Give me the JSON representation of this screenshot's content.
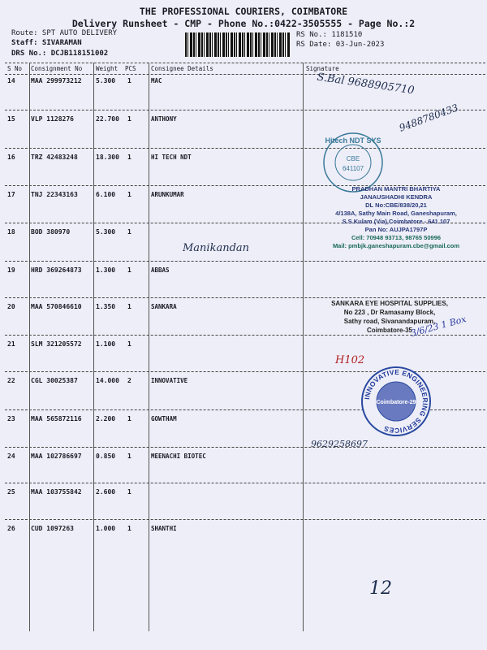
{
  "header": {
    "company": "THE PROFESSIONAL COURIERS, COIMBATORE",
    "subtitle": "Delivery Runsheet - CMP - Phone No.:0422-3505555 - Page No.:2",
    "route": "Route: SPT AUTO DELIVERY",
    "staff": "Staff: SIVARAMAN",
    "drs_no": "DRS No.: DCJB118151002",
    "rs_no": "RS No.: 1181510",
    "rs_date": "RS Date: 03-Jun-2023"
  },
  "columns": [
    "S No",
    "Consignment No",
    "Weight",
    "PCS",
    "Consignee Details",
    "Signature"
  ],
  "rows": [
    {
      "sno": "14",
      "consignment": "MAA 299973212",
      "weight": "5.300",
      "pcs": "1",
      "consignee": "MAC"
    },
    {
      "sno": "15",
      "consignment": "VLP 1128276",
      "weight": "22.700",
      "pcs": "1",
      "consignee": "ANTHONY"
    },
    {
      "sno": "16",
      "consignment": "TRZ 42483248",
      "weight": "18.300",
      "pcs": "1",
      "consignee": "HI TECH NDT"
    },
    {
      "sno": "17",
      "consignment": "TNJ 22343163",
      "weight": "6.100",
      "pcs": "1",
      "consignee": "ARUNKUMAR"
    },
    {
      "sno": "18",
      "consignment": "BOD 380970",
      "weight": "5.300",
      "pcs": "1",
      "consignee": ""
    },
    {
      "sno": "19",
      "consignment": "HRD 369264873",
      "weight": "1.300",
      "pcs": "1",
      "consignee": "ABBAS"
    },
    {
      "sno": "20",
      "consignment": "MAA 570846610",
      "weight": "1.350",
      "pcs": "1",
      "consignee": "SANKARA"
    },
    {
      "sno": "21",
      "consignment": "SLM 321205572",
      "weight": "1.100",
      "pcs": "1",
      "consignee": ""
    },
    {
      "sno": "22",
      "consignment": "CGL 30025387",
      "weight": "14.000",
      "pcs": "2",
      "consignee": "INNOVATIVE"
    },
    {
      "sno": "23",
      "consignment": "MAA 565872116",
      "weight": "2.200",
      "pcs": "1",
      "consignee": "GOWTHAM"
    },
    {
      "sno": "24",
      "consignment": "MAA 102786697",
      "weight": "0.850",
      "pcs": "1",
      "consignee": "MEENACHI BIOTEC"
    },
    {
      "sno": "25",
      "consignment": "MAA 103755842",
      "weight": "2.600",
      "pcs": "1",
      "consignee": ""
    },
    {
      "sno": "26",
      "consignment": "CUD 1097263",
      "weight": "1.000",
      "pcs": "1",
      "consignee": "SHANTHI"
    }
  ],
  "stamps": {
    "hitech": {
      "line1": "Hitech NDT SYS",
      "line2": "CBE",
      "line3": "641107"
    },
    "janaushadhi": [
      "PRADHAN MANTRI BHARTIYA",
      "JANAUSHADHI KENDRA",
      "DL No:CBE/838/20,21",
      "4/138A, Sathy Main Road, Ganeshapuram,",
      "S.S.Kulam (Via),Coimbatore - 641 107",
      "Pan No: AUJPA1797P",
      "Cell: 70948 93713, 98765 50996",
      "Mail: pmbjk.ganeshapuram.cbe@gmail.com"
    ],
    "sankara": [
      "SANKARA EYE HOSPITAL SUPPLIES,",
      "No 223 , Dr Ramasamy Block,",
      "Sathy road, Sivanandapuram,",
      "Coimbatore-35"
    ],
    "innovative": {
      "ring": "INNOVATIVE ENGINEERING SERVICES",
      "center": "Coimbatore-29"
    }
  },
  "handwriting": {
    "row14": "S.Bal 9688905710",
    "row15": "9488780433",
    "row18": "Manikandan",
    "row20": "3/6/23 1 Box",
    "row21": "H102",
    "row23": "9629258697",
    "page": "12"
  }
}
